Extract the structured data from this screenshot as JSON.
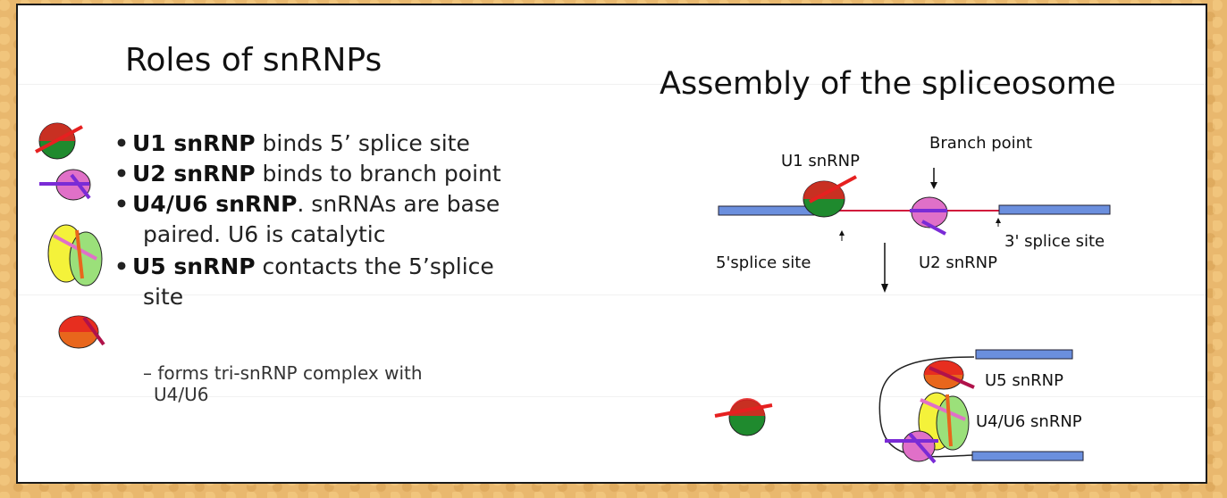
{
  "left": {
    "title": "Roles of snRNPs",
    "items": [
      {
        "bold": "U1 snRNP",
        "text": " binds 5’ splice site"
      },
      {
        "bold": "U2 snRNP",
        "text": " binds to branch point"
      },
      {
        "bold": "U4/U6 snRNP",
        "text": ". snRNAs are base"
      },
      {
        "bold": "",
        "text": "paired. U6 is catalytic"
      },
      {
        "bold": "U5 snRNP",
        "text": " contacts the 5’splice"
      },
      {
        "bold": "",
        "text": "site"
      }
    ],
    "sub": [
      "– forms tri-snRNP complex with",
      "U4/U6"
    ]
  },
  "right": {
    "title": "Assembly of the spliceosome",
    "labels": {
      "u1": "U1 snRNP",
      "branch": "Branch point",
      "three_prime": "3' splice site",
      "five_prime": "5'splice site",
      "u2": "U2 snRNP",
      "u5": "U5 snRNP",
      "u46": "U4/U6 snRNP"
    }
  },
  "colors": {
    "exon": "#6b8fde",
    "intron": "#d11b3c",
    "u1": "#1f8a2e",
    "u2": "#e070c8",
    "u5": "#e8661c",
    "u46_yellow": "#f4f23a",
    "u46_green": "#9be07a",
    "protein_red": "#e62020",
    "protein_purple": "#7a2bd6"
  },
  "icons": [
    "u1-snrnp-icon",
    "u2-snrnp-icon",
    "u4u6-snrnp-icon",
    "u5-snrnp-icon"
  ]
}
